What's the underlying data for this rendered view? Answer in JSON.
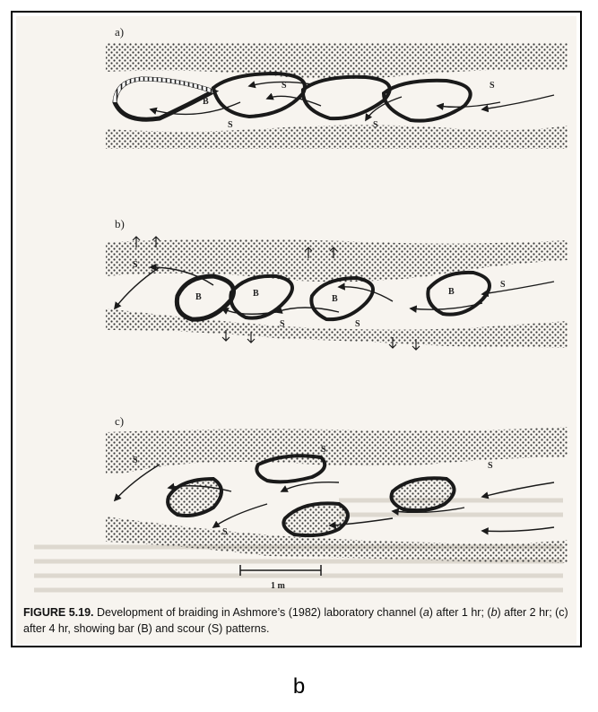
{
  "panels": [
    {
      "letter": "a)"
    },
    {
      "letter": "b)"
    },
    {
      "letter": "c)"
    }
  ],
  "labels": {
    "bar": "B",
    "scour": "S"
  },
  "scale_label": "1 m",
  "caption": {
    "figure_no": "FIGURE 5.19.",
    "text_1": " Development of braiding in Ashmore’s (1982) laboratory channel (",
    "a": "a",
    "text_2": ") after 1 hr; (",
    "b": "b",
    "text_3": ") after 2 hr; (c) after 4 hr, showing bar (B) and scour (S) patterns."
  },
  "subfigure_label": "b",
  "colors": {
    "stipple": "#3a3a3a",
    "ink": "#1a1a1a",
    "paper": "#f7f4ef",
    "ghost": "#cfcac2"
  }
}
